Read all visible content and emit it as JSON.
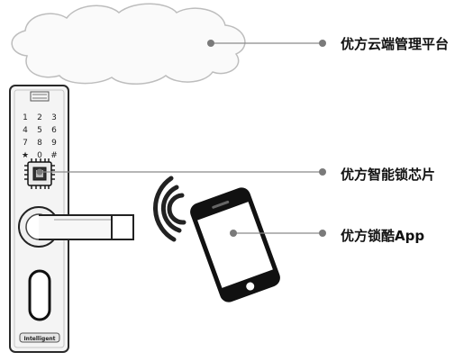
{
  "labels": {
    "cloud_platform": "优方云端管理平台",
    "smart_lock_chip": "优方智能锁芯片",
    "lock_app": "优方锁酷App"
  },
  "keypad": {
    "keys": [
      "1",
      "2",
      "3",
      "4",
      "5",
      "6",
      "7",
      "8",
      "9",
      "★",
      "0",
      "#"
    ]
  },
  "lock_brand": "Intelligent",
  "colors": {
    "callout_line": "#8a8a8a",
    "callout_dot": "#7a7a7a",
    "outline": "#222222",
    "cloud_fill": "#fafafa"
  }
}
